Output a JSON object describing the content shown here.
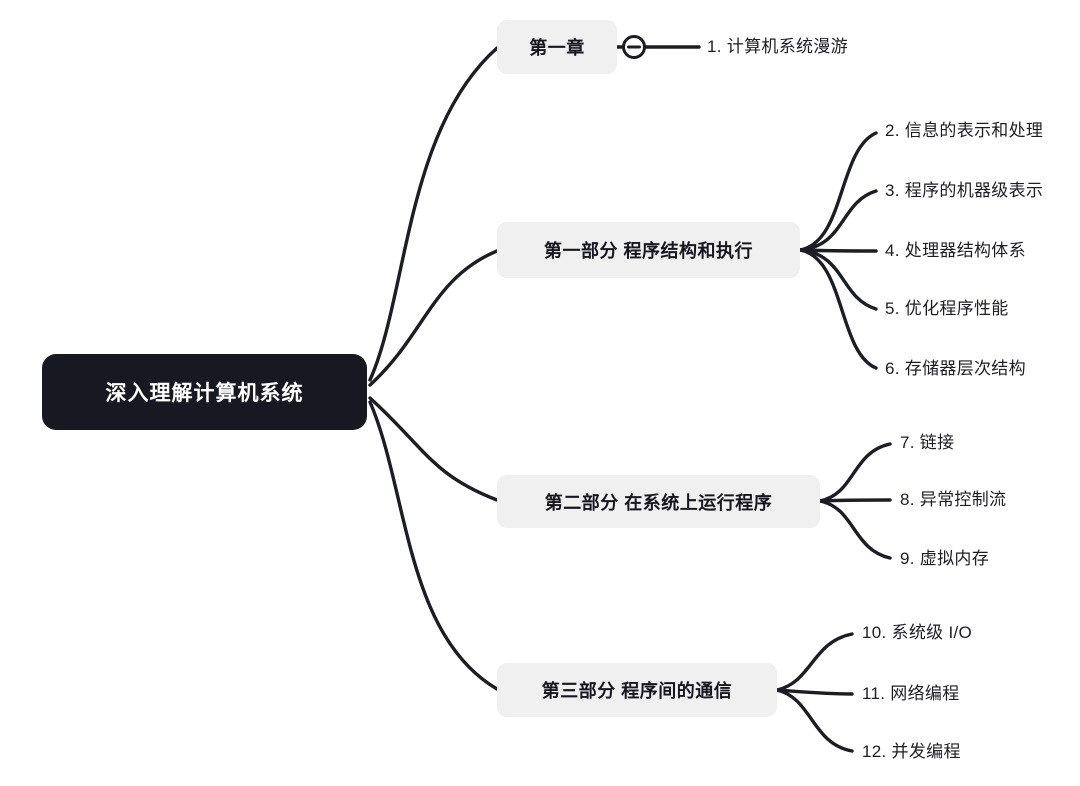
{
  "root": {
    "label": "深入理解计算机系统"
  },
  "branches": [
    {
      "label": "第一章",
      "collapse_icon": "minus-circle-icon",
      "children": [
        {
          "label": "1. 计算机系统漫游"
        }
      ]
    },
    {
      "label": "第一部分 程序结构和执行",
      "children": [
        {
          "label": "2. 信息的表示和处理"
        },
        {
          "label": "3. 程序的机器级表示"
        },
        {
          "label": "4. 处理器结构体系"
        },
        {
          "label": "5. 优化程序性能"
        },
        {
          "label": "6. 存储器层次结构"
        }
      ]
    },
    {
      "label": "第二部分 在系统上运行程序",
      "children": [
        {
          "label": "7. 链接"
        },
        {
          "label": "8. 异常控制流"
        },
        {
          "label": "9. 虚拟内存"
        }
      ]
    },
    {
      "label": "第三部分 程序间的通信",
      "children": [
        {
          "label": "10. 系统级 I/O"
        },
        {
          "label": "11. 网络编程"
        },
        {
          "label": "12. 并发编程"
        }
      ]
    }
  ],
  "colors": {
    "background": "#ffffff",
    "root_bg": "#181822",
    "root_text": "#ffffff",
    "branch_bg": "#f0f0f1",
    "branch_text": "#16161e",
    "line": "#1d1d26",
    "leaf_text": "#1d1d26"
  }
}
